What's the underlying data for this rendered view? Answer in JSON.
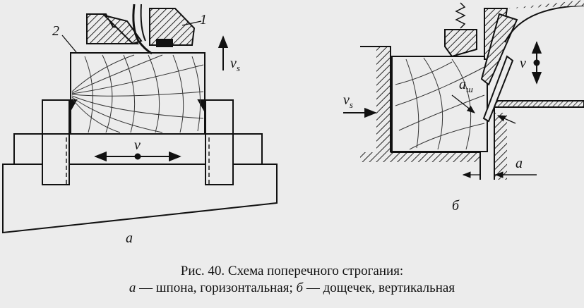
{
  "figure": {
    "left": {
      "panel_label": "а",
      "part_1": "1",
      "part_2": "2",
      "feed_speed": "v",
      "feed_speed_sub": "s",
      "cutting_speed": "v"
    },
    "right": {
      "panel_label": "б",
      "feed_speed": "v",
      "feed_speed_sub": "s",
      "cutting_speed": "v",
      "chip_thickness": "a",
      "chip_thickness_sub": "ш",
      "gap": "a"
    }
  },
  "caption": {
    "line1": "Рис. 40. Схема поперечного строгания:",
    "line2_a": "а",
    "line2_text1": " — шпона, горизонтальная; ",
    "line2_b": "б",
    "line2_text2": " — дощечек, вертикальная"
  }
}
